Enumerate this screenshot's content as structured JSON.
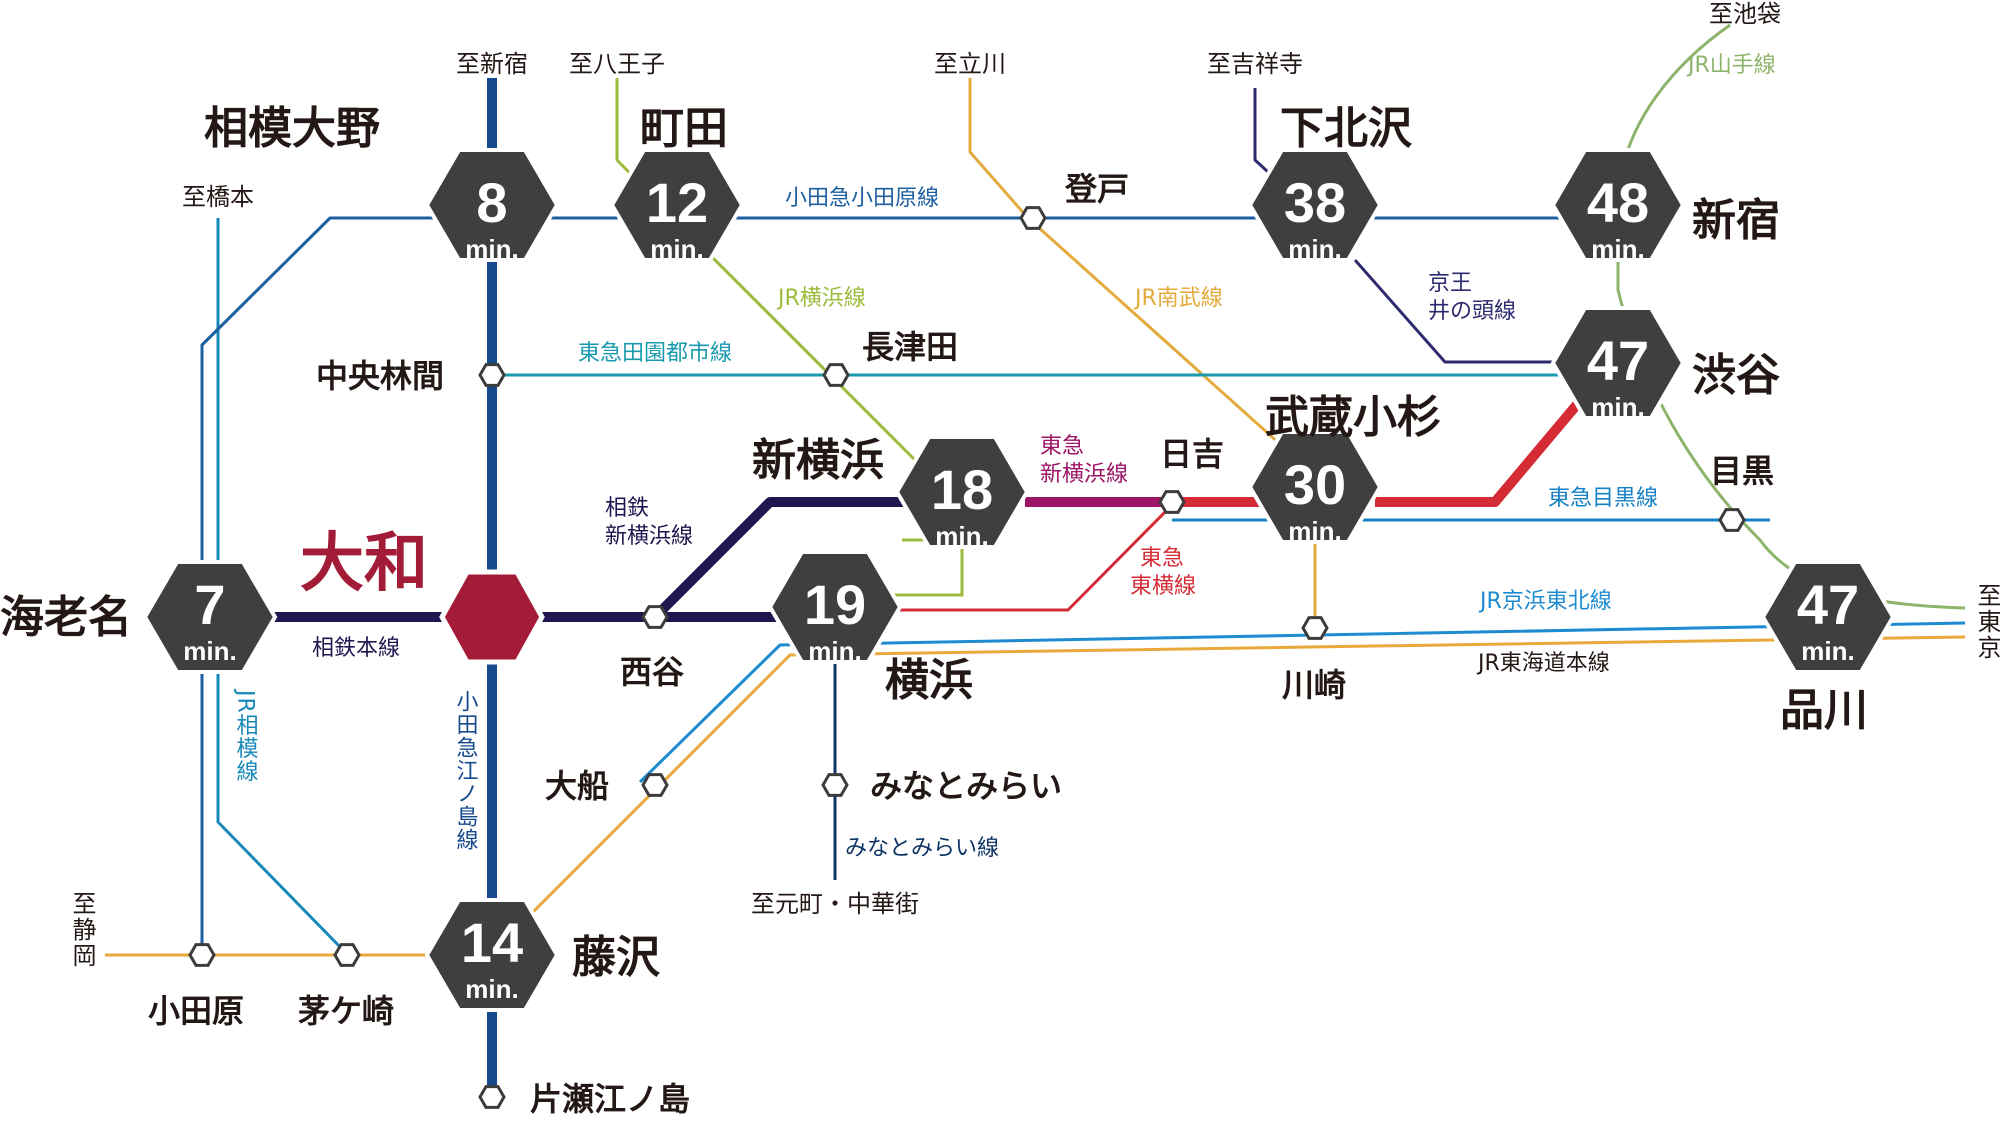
{
  "colors": {
    "sotetsu": "#1f1850",
    "odakyu_enoshima": "#164a8c",
    "odakyu_odawara": "#1d5fa0",
    "jr_yokohama": "#9dbb3b",
    "jr_nambu": "#e3aa3c",
    "keio_inokashira": "#2e2a6e",
    "yamanote": "#8cb46a",
    "denentoshi": "#1a9aae",
    "sagami": "#1789b8",
    "tokyu_shinyokohama": "#9b1466",
    "toyoko": "#d52b35",
    "meguro": "#1681c4",
    "keihin_tohoku": "#1e8bd0",
    "tokaido": "#e9a83a",
    "minatomirai": "#0e3566",
    "home": "#a31c37",
    "major_hex": "#3f3f3f"
  },
  "home_station": "大和",
  "major": {
    "sagami_ono": {
      "name": "相模大野",
      "minutes": "8",
      "unit": "min."
    },
    "machida": {
      "name": "町田",
      "minutes": "12",
      "unit": "min."
    },
    "shimokitazawa": {
      "name": "下北沢",
      "minutes": "38",
      "unit": "min."
    },
    "shinjuku": {
      "name": "新宿",
      "minutes": "48",
      "unit": "min."
    },
    "shibuya": {
      "name": "渋谷",
      "minutes": "47",
      "unit": "min."
    },
    "musashikosugi": {
      "name": "武蔵小杉",
      "minutes": "30",
      "unit": "min."
    },
    "shinyokohama": {
      "name": "新横浜",
      "minutes": "18",
      "unit": "min."
    },
    "yokohama": {
      "name": "横浜",
      "minutes": "19",
      "unit": "min."
    },
    "ebina": {
      "name": "海老名",
      "minutes": "7",
      "unit": "min."
    },
    "shinagawa": {
      "name": "品川",
      "minutes": "47",
      "unit": "min."
    },
    "fujisawa": {
      "name": "藤沢",
      "minutes": "14",
      "unit": "min."
    }
  },
  "minor": {
    "chuorinkan": "中央林間",
    "nagatsuta": "長津田",
    "noborito": "登戸",
    "hiyoshi": "日吉",
    "meguro": "目黒",
    "kawasaki": "川崎",
    "nishiya": "西谷",
    "ofuna": "大船",
    "minatomirai": "みなとみらい",
    "odawara": "小田原",
    "chigasaki": "茅ケ崎",
    "katase": "片瀬江ノ島"
  },
  "directions": {
    "shinjuku": "至新宿",
    "hachioji": "至八王子",
    "tachikawa": "至立川",
    "kichijoji": "至吉祥寺",
    "ikebukuro": "至池袋",
    "hashimoto": "至橋本",
    "motomachi": "至元町・中華街",
    "shizuoka": "至静岡",
    "tokyo": "至東京"
  },
  "lines": {
    "odakyu_odawara": "小田急小田原線",
    "jr_yokohama": "JR横浜線",
    "jr_nambu": "JR南武線",
    "yamanote": "JR山手線",
    "keio_inokashira_1": "京王",
    "keio_inokashira_2": "井の頭線",
    "denentoshi": "東急田園都市線",
    "sotetsu_shinyokohama_1": "相鉄",
    "sotetsu_shinyokohama_2": "新横浜線",
    "tokyu_shinyokohama_1": "東急",
    "tokyu_shinyokohama_2": "新横浜線",
    "toyoko_1": "東急",
    "toyoko_2": "東横線",
    "meguro": "東急目黒線",
    "keihin_tohoku": "JR京浜東北線",
    "tokaido": "JR東海道本線",
    "sotetsu_main": "相鉄本線",
    "minatomirai": "みなとみらい線",
    "jr_sagami": "JR相模線",
    "odakyu_enoshima": "小田急江ノ島線"
  }
}
